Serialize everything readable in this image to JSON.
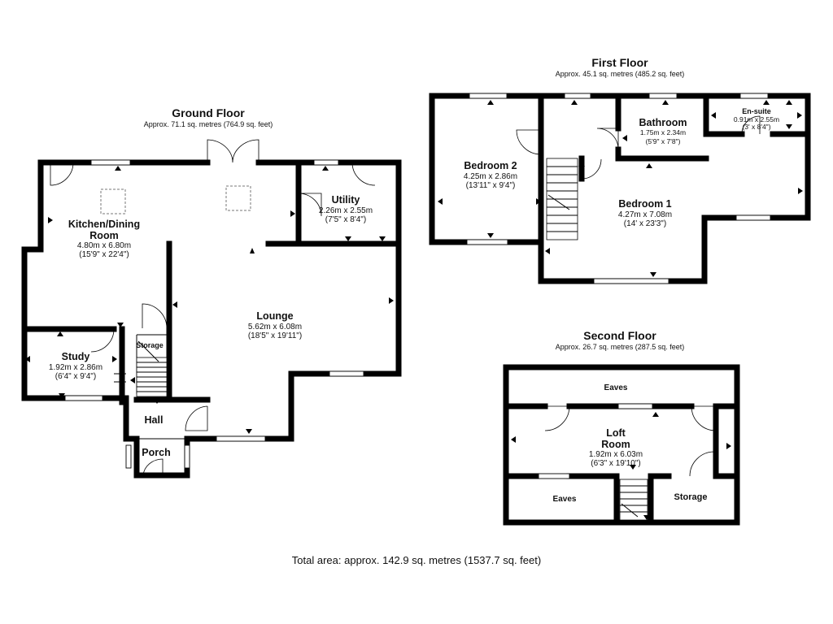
{
  "floors": {
    "ground": {
      "title": "Ground Floor",
      "area": "Approx. 71.1 sq. metres (764.9 sq. feet)"
    },
    "first": {
      "title": "First Floor",
      "area": "Approx. 45.1 sq. metres (485.2 sq. feet)"
    },
    "second": {
      "title": "Second Floor",
      "area": "Approx. 26.7 sq. metres (287.5 sq. feet)"
    }
  },
  "rooms": {
    "kitchen": {
      "name1": "Kitchen/Dining",
      "name2": "Room",
      "metric": "4.80m x 6.80m",
      "imperial": "(15'9\" x 22'4\")"
    },
    "utility": {
      "name": "Utility",
      "metric": "2.26m x 2.55m",
      "imperial": "(7'5\" x 8'4\")"
    },
    "lounge": {
      "name": "Lounge",
      "metric": "5.62m x 6.08m",
      "imperial": "(18'5\" x 19'11\")"
    },
    "study": {
      "name": "Study",
      "metric": "1.92m x 2.86m",
      "imperial": "(6'4\" x 9'4\")"
    },
    "storage_g": {
      "name": "Storage"
    },
    "hall": {
      "name": "Hall"
    },
    "porch": {
      "name": "Porch"
    },
    "bedroom2": {
      "name": "Bedroom 2",
      "metric": "4.25m x 2.86m",
      "imperial": "(13'11\" x 9'4\")"
    },
    "bathroom": {
      "name": "Bathroom",
      "metric": "1.75m x 2.34m",
      "imperial": "(5'9\" x 7'8\")"
    },
    "ensuite": {
      "name": "En-suite",
      "metric": "0.91m x 2.55m",
      "imperial": "(3' x 8'4\")"
    },
    "bedroom1": {
      "name": "Bedroom 1",
      "metric": "4.27m x 7.08m",
      "imperial": "(14' x 23'3\")"
    },
    "eaves_top": {
      "name": "Eaves"
    },
    "loft": {
      "name1": "Loft",
      "name2": "Room",
      "metric": "1.92m x 6.03m",
      "imperial": "(6'3\" x 19'10\")"
    },
    "eaves_bottom": {
      "name": "Eaves"
    },
    "storage_s": {
      "name": "Storage"
    }
  },
  "total_area": "Total area: approx. 142.9 sq. metres (1537.7 sq. feet)"
}
